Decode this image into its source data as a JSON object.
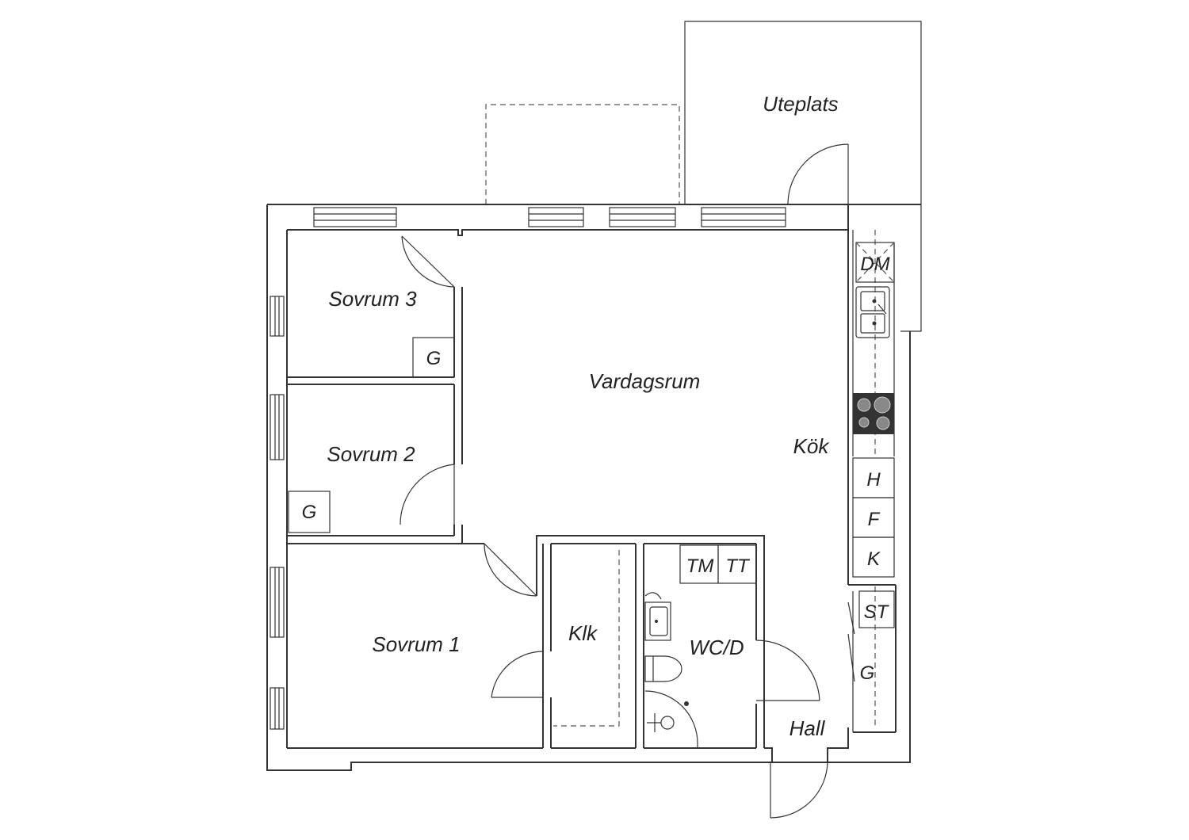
{
  "rooms": {
    "uteplats": "Uteplats",
    "sovrum3": "Sovrum 3",
    "sovrum2": "Sovrum 2",
    "sovrum1": "Sovrum 1",
    "vardagsrum": "Vardagsrum",
    "kok": "Kök",
    "klk": "Klk",
    "wcd": "WC/D",
    "hall": "Hall"
  },
  "fixtures": {
    "dm": "DM",
    "g_sovrum3": "G",
    "g_sovrum2": "G",
    "g_hall": "G",
    "h": "H",
    "f": "F",
    "k": "K",
    "st": "ST",
    "tm": "TM",
    "tt": "TT"
  }
}
